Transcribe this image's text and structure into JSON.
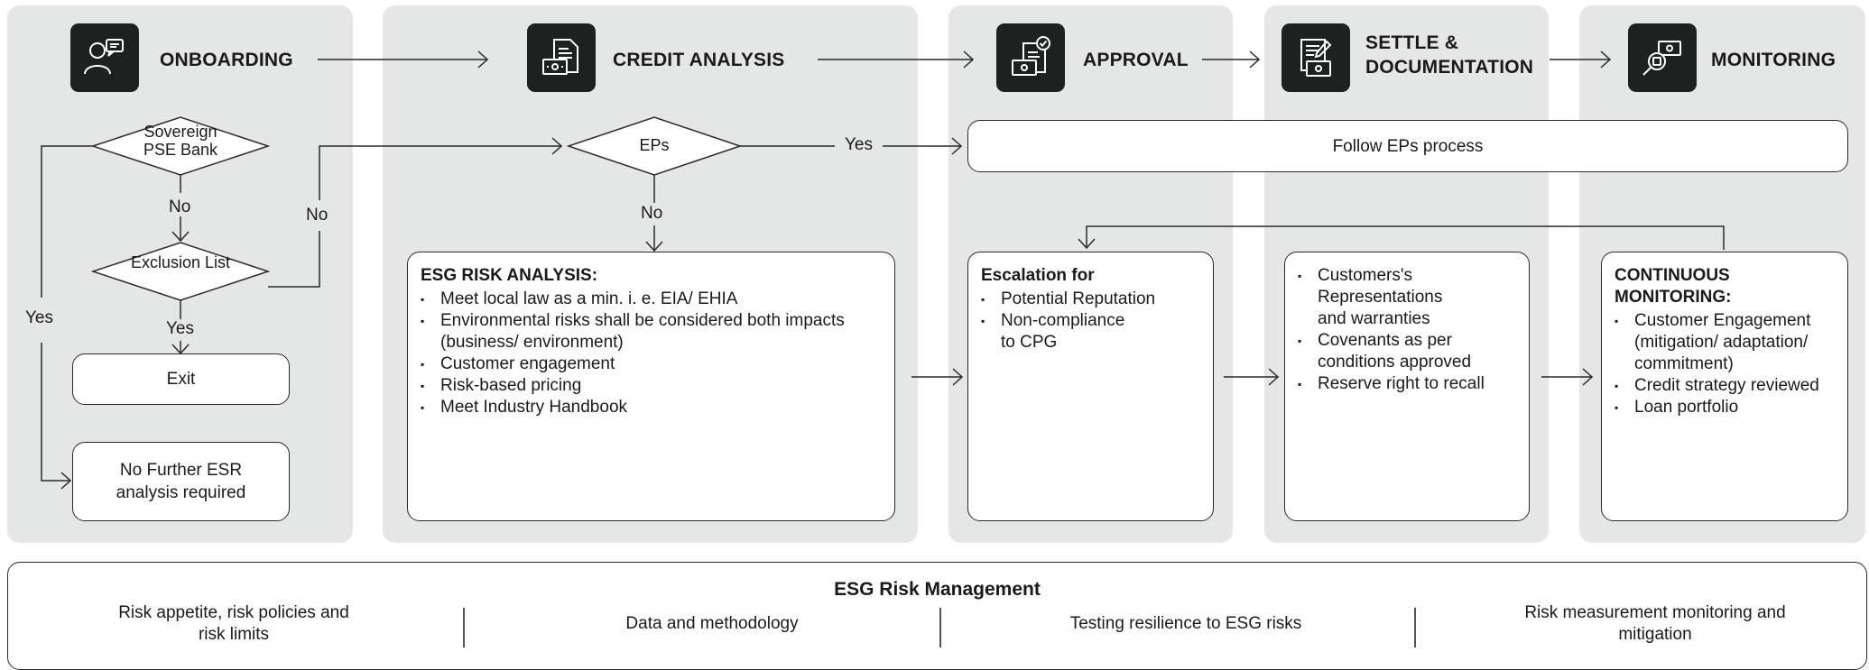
{
  "stages": [
    {
      "title": "ONBOARDING",
      "icon": "user-chat-icon"
    },
    {
      "title": "CREDIT ANALYSIS",
      "icon": "document-cash-icon"
    },
    {
      "title": "APPROVAL",
      "icon": "approved-document-icon"
    },
    {
      "title": "SETTLE & DOCUMENTATION",
      "icon": "contract-cash-icon"
    },
    {
      "title": "MONITORING",
      "icon": "magnifier-cash-icon"
    }
  ],
  "onboarding": {
    "diamond1": "Sovereign PSE Bank",
    "diamond2": "Exclusion List",
    "no_label_1": "No",
    "no_label_2": "No",
    "yes_label_left": "Yes",
    "yes_label_exit": "Yes",
    "exit": "Exit",
    "no_further": "No Further ESR analysis required"
  },
  "credit": {
    "diamond": "EPs",
    "yes_label": "Yes",
    "no_label": "No",
    "esg_heading": "ESG RISK ANALYSIS:",
    "esg_items": [
      "Meet local law as a min. i. e. EIA/ EHIA",
      "Environmental risks shall be considered both impacts (business/ environment)",
      "Customer engagement",
      "Risk-based pricing",
      "Meet Industry Handbook"
    ]
  },
  "follow_eps": "Follow EPs process",
  "approval": {
    "heading": "Escalation for",
    "items": [
      "Potential Reputation",
      "Non-compliance to CPG"
    ]
  },
  "settle": {
    "items": [
      "Customers's Representations and warranties",
      "Covenants as per conditions approved",
      "Reserve right to recall"
    ]
  },
  "monitoring": {
    "heading": "CONTINUOUS MONITORING:",
    "items": [
      "Customer Engagement (mitigation/ adaptation/ commitment)",
      "Credit strategy reviewed",
      "Loan portfolio"
    ]
  },
  "esg_mgmt": {
    "title": "ESG Risk Management",
    "items": [
      "Risk appetite, risk policies and risk limits",
      "Data and methodology",
      "Testing resilience to ESG risks",
      "Risk measurement monitoring and mitigation"
    ]
  }
}
